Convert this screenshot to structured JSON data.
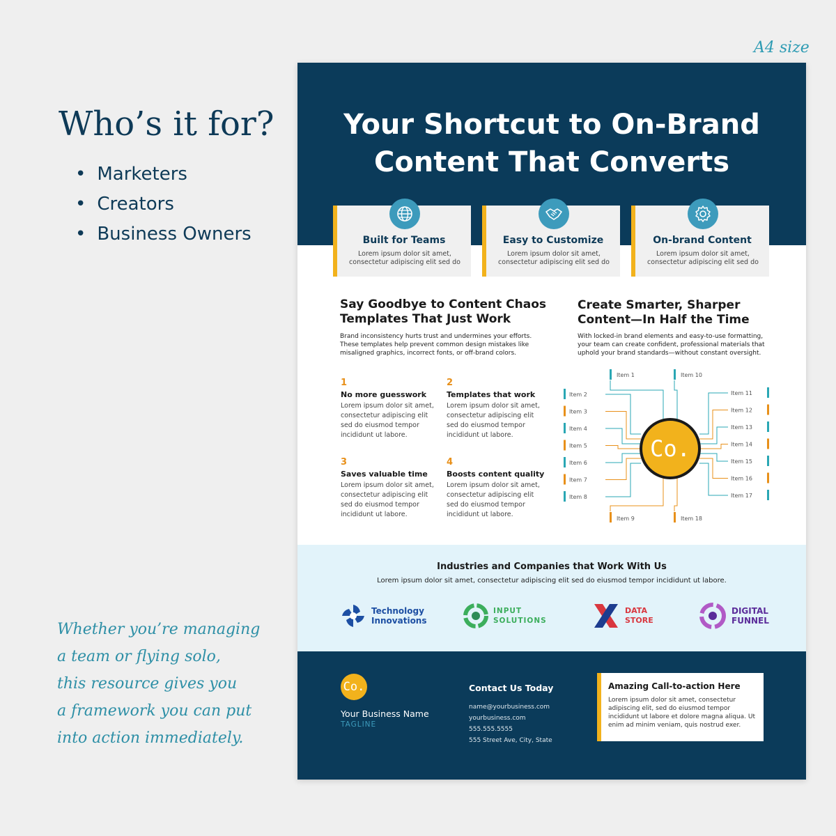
{
  "page": {
    "size_label": "A4 size",
    "who_title": "Who’s it for?",
    "audience": [
      "Marketers",
      "Creators",
      "Business Owners"
    ],
    "quote_lines": [
      "Whether you’re managing",
      "a team or flying solo,",
      "this resource gives you",
      "a framework you can put",
      "into action immediately."
    ]
  },
  "flyer": {
    "headline_line1": "Your Shortcut to On-Brand",
    "headline_line2": "Content That Converts",
    "cards": [
      {
        "title": "Built for Teams",
        "text": "Lorem ipsum dolor sit amet, consectetur adipiscing elit sed do",
        "icon": "globe-icon"
      },
      {
        "title": "Easy to Customize",
        "text": "Lorem ipsum dolor sit amet, consectetur adipiscing elit sed do",
        "icon": "handshake-icon"
      },
      {
        "title": "On-brand Content",
        "text": "Lorem ipsum dolor sit amet, consectetur adipiscing elit sed do",
        "icon": "gear-icon"
      }
    ],
    "left_section": {
      "heading_line1": "Say Goodbye to Content Chaos",
      "heading_line2": "Templates That Just Work",
      "body": "Brand inconsistency hurts trust and undermines your efforts. These templates help prevent common design mistakes like misaligned graphics, incorrect fonts, or off-brand colors."
    },
    "features": [
      {
        "num": "1",
        "title": "No more guesswork",
        "text": "Lorem ipsum dolor sit amet, consectetur adipiscing elit sed do eiusmod tempor incididunt ut labore."
      },
      {
        "num": "2",
        "title": "Templates that work",
        "text": "Lorem ipsum dolor sit amet, consectetur adipiscing elit sed do eiusmod tempor incididunt ut labore."
      },
      {
        "num": "3",
        "title": "Saves valuable time",
        "text": "Lorem ipsum dolor sit amet, consectetur adipiscing elit sed do eiusmod tempor incididunt ut labore."
      },
      {
        "num": "4",
        "title": "Boosts content quality",
        "text": "Lorem ipsum dolor sit amet, consectetur adipiscing elit sed do eiusmod tempor incididunt ut labore."
      }
    ],
    "right_section": {
      "heading_line1": "Create Smarter, Sharper",
      "heading_line2": "Content—In Half the Time",
      "body": "With locked-in brand elements and easy-to-use formatting, your team can create confident, professional materials that uphold your brand standards—without constant oversight."
    },
    "diagram": {
      "center": "Co.",
      "left_items": [
        "Item 2",
        "Item 3",
        "Item 4",
        "Item 5",
        "Item 6",
        "Item 7",
        "Item 8"
      ],
      "right_items": [
        "Item 11",
        "Item 12",
        "Item 13",
        "Item 14",
        "Item 15",
        "Item 16",
        "Item 17"
      ],
      "top_items": [
        "Item 1",
        "Item 10"
      ],
      "bottom_items": [
        "Item 9",
        "Item 18"
      ],
      "colors": {
        "teal": "#2aa7b4",
        "orange": "#e8901a",
        "center": "#f2b21c"
      }
    },
    "industries": {
      "title": "Industries and Companies that Work With Us",
      "text": "Lorem ipsum dolor sit amet, consectetur adipiscing elit sed do eiusmod tempor incididunt ut labore.",
      "logos": [
        {
          "line1": "Technology",
          "line2": "Innovations",
          "color": "#1d4fa3"
        },
        {
          "line1": "INPUT",
          "line2": "SOLUTIONS",
          "color": "#3cae5c"
        },
        {
          "line1": "DATA",
          "line2": "STORE",
          "color": "#d9373f"
        },
        {
          "line1": "DIGITAL",
          "line2": "FUNNEL",
          "color": "#5b2c9a"
        }
      ]
    },
    "footer": {
      "logo": "Co.",
      "business_name": "Your Business Name",
      "tagline": "TAGLINE",
      "contact_title": "Contact Us Today",
      "email": "name@yourbusiness.com",
      "website": "yourbusiness.com",
      "phone": "555.555.5555",
      "address": "555 Street Ave, City, State",
      "cta_title": "Amazing Call-to-action Here",
      "cta_text": "Lorem ipsum dolor sit amet, consectetur adipiscing elit, sed do eiusmod tempor incididunt ut labore et dolore magna aliqua. Ut enim ad minim veniam, quis nostrud exer."
    }
  }
}
